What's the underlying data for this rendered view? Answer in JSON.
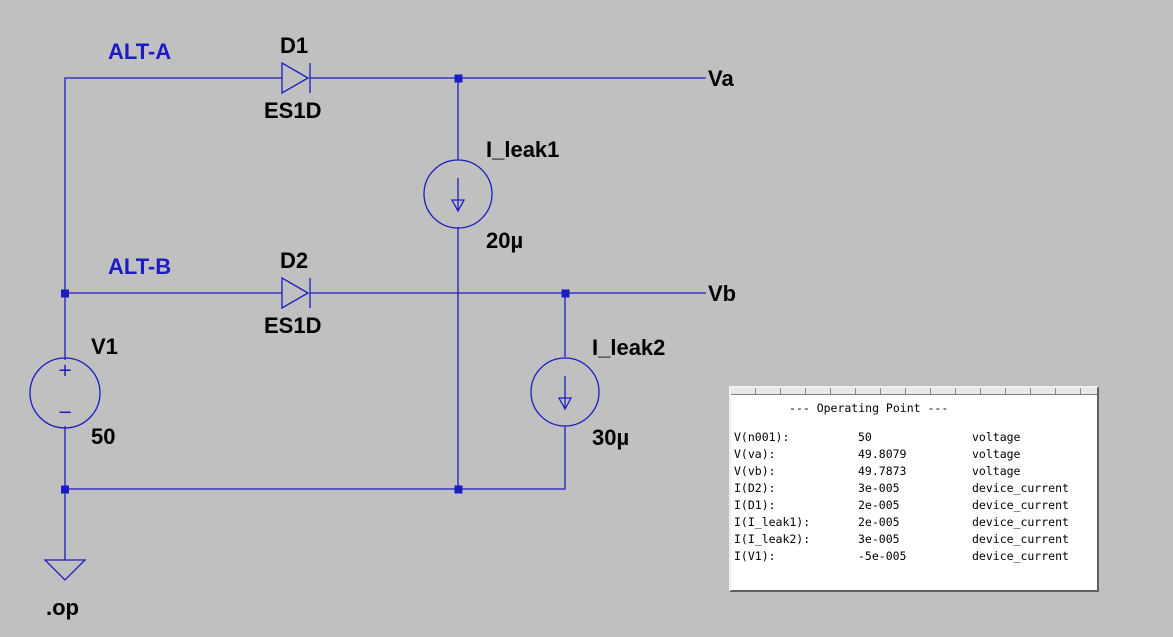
{
  "schematic": {
    "net_labels": {
      "alt_a": "ALT-A",
      "alt_b": "ALT-B"
    },
    "outputs": {
      "va": "Va",
      "vb": "Vb"
    },
    "d1": {
      "name": "D1",
      "model": "ES1D"
    },
    "d2": {
      "name": "D2",
      "model": "ES1D"
    },
    "i_leak1": {
      "name": "I_leak1",
      "value": "20µ"
    },
    "i_leak2": {
      "name": "I_leak2",
      "value": "30µ"
    },
    "v1": {
      "name": "V1",
      "value": "50",
      "plus": "+",
      "minus": "−"
    },
    "directive": ".op",
    "colors": {
      "wire": "#1c1cc4",
      "background": "#c0c0c0"
    }
  },
  "op_window": {
    "title": "--- Operating Point ---",
    "rows": [
      {
        "name": "V(n001):",
        "value": "50",
        "type": "voltage"
      },
      {
        "name": "V(va):",
        "value": "49.8079",
        "type": "voltage"
      },
      {
        "name": "V(vb):",
        "value": "49.7873",
        "type": "voltage"
      },
      {
        "name": "I(D2):",
        "value": "3e-005",
        "type": "device_current"
      },
      {
        "name": "I(D1):",
        "value": "2e-005",
        "type": "device_current"
      },
      {
        "name": "I(I_leak1):",
        "value": "2e-005",
        "type": "device_current"
      },
      {
        "name": "I(I_leak2):",
        "value": "3e-005",
        "type": "device_current"
      },
      {
        "name": "I(V1):",
        "value": "-5e-005",
        "type": "device_current"
      }
    ]
  }
}
